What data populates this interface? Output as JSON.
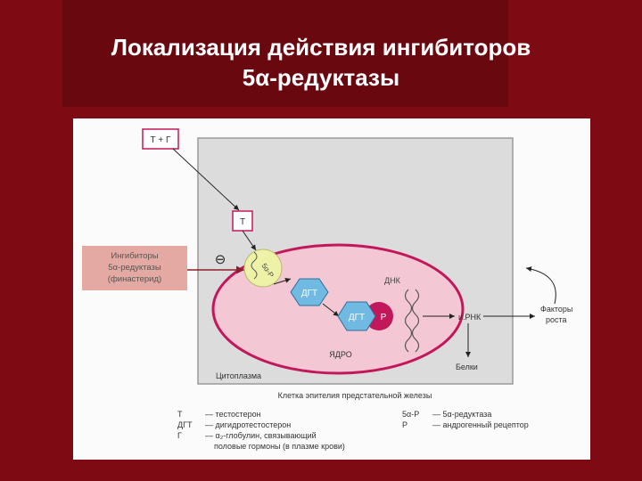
{
  "slide": {
    "title_line1": "Локализация действия ингибиторов",
    "title_line2": "5α-редуктазы"
  },
  "diagram": {
    "box_t_plus_g": "Т + Г",
    "box_t": "Т",
    "inhibitor_label": [
      "Ингибиторы",
      "5α-редуктазы",
      "(финастерид)"
    ],
    "minus_sign": "⊖",
    "enzyme_label": "5α-Р",
    "dgt_label": "ДГТ",
    "receptor_label": "Р",
    "dnk_label": "ДНК",
    "mrnk_label": "и.РНК",
    "growth_factors": [
      "Факторы",
      "роста"
    ],
    "proteins_label": "Белки",
    "nucleus_label": "ЯДРО",
    "cytoplasm_label": "Цитоплазма",
    "cell_caption": "Клетка эпителия предстательной железы"
  },
  "legend": {
    "left": [
      {
        "key": "Т",
        "text": "— тестостерон"
      },
      {
        "key": "ДГТ",
        "text": "— дигидротестостерон"
      },
      {
        "key": "Г",
        "text": "— α₂-глобулин, связывающий"
      },
      {
        "key": "",
        "text": "половые гормоны (в плазме крови)"
      }
    ],
    "right": [
      {
        "key": "5α-Р",
        "text": "— 5α-редуктаза"
      },
      {
        "key": "Р",
        "text": "— андрогенный рецептор"
      }
    ]
  },
  "colors": {
    "slide_bg": "#7e0b14",
    "cell_fill": "#dcdcdc",
    "nucleus_fill": "#f3c7d3",
    "nucleus_stroke": "#c2185b",
    "inhibitor_fill": "#e4a9a2",
    "enzyme_fill": "#eef2a8",
    "dgt_fill": "#6fb9e2",
    "receptor_fill": "#c2185b",
    "arrow": "#222222",
    "inhibitor_line": "#8b1f2b"
  }
}
